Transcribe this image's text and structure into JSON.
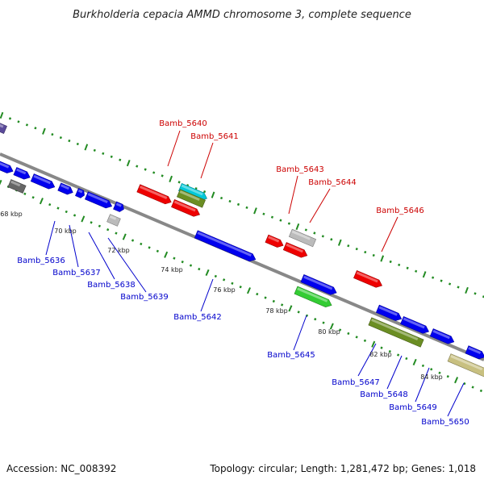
{
  "title": "Burkholderia cepacia AMMD chromosome 3, complete sequence",
  "footer": {
    "accession_label": "Accession:",
    "accession_value": "NC_008392",
    "topology_label": "Topology:",
    "topology_value": "circular",
    "length_label": "Length:",
    "length_value": "1,281,472 bp",
    "genes_label": "Genes:",
    "genes_value": "1,018"
  },
  "colors": {
    "label_forward": "#cc0000",
    "label_reverse": "#0000cc",
    "backbone": "#888888",
    "tick": "#228b22",
    "gene_red": "#ee0000",
    "gene_blue": "#0000ee",
    "gene_cyan": "#00c8d8",
    "gene_olive": "#6b8e23",
    "gene_green": "#33cc33",
    "gene_gray": "#bbbbbb",
    "gene_darkgray": "#666666",
    "gene_khaki": "#c8c080",
    "gene_purple": "#5a4a9a"
  },
  "kbp_labels": [
    "68 kbp",
    "70 kbp",
    "72 kbp",
    "74 kbp",
    "76 kbp",
    "78 kbp",
    "80 kbp",
    "82 kbp",
    "84 kbp"
  ],
  "gene_labels_forward": [
    "Bamb_5640",
    "Bamb_5641",
    "Bamb_5643",
    "Bamb_5644",
    "Bamb_5646"
  ],
  "gene_labels_reverse": [
    "Bamb_5636",
    "Bamb_5637",
    "Bamb_5638",
    "Bamb_5639",
    "Bamb_5642",
    "Bamb_5645",
    "Bamb_5647",
    "Bamb_5648",
    "Bamb_5649",
    "Bamb_5650"
  ]
}
